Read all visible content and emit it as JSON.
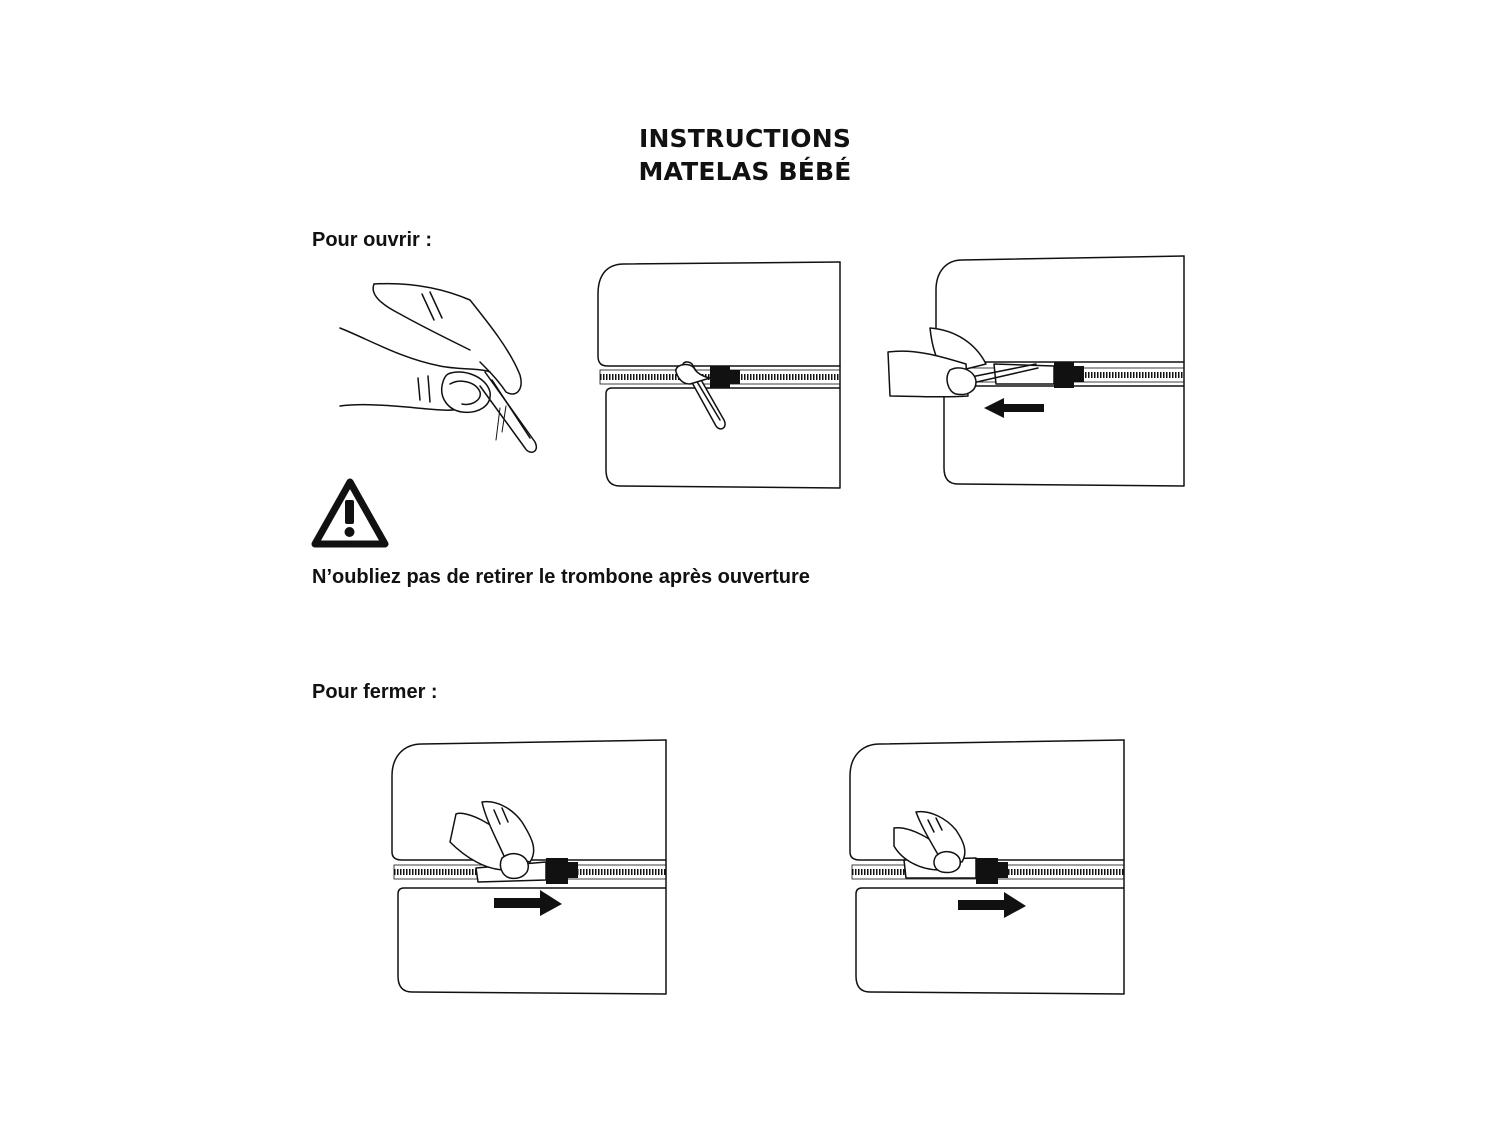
{
  "title": {
    "line1": "INSTRUCTIONS",
    "line2": "MATELAS BÉBÉ"
  },
  "open_section": {
    "label": "Pour ouvrir :"
  },
  "warning": {
    "icon": "warning-triangle-icon",
    "text": "N’oubliez pas de retirer le trombone après ouverture"
  },
  "close_section": {
    "label": "Pour fermer :"
  },
  "arrows": {
    "open_direction": "left",
    "close_direction": "right"
  }
}
